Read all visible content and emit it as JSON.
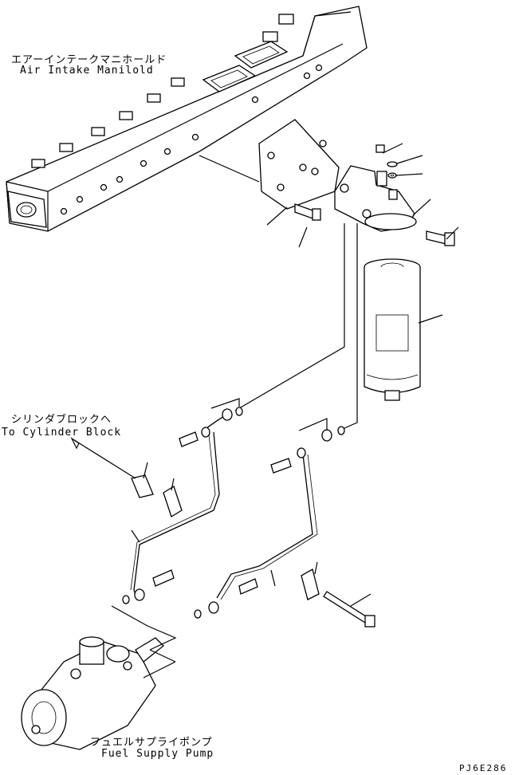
{
  "labels": {
    "manifold_jp": "エアーインテークマニホールド",
    "manifold_en": "Air Intake Manilold",
    "cylinder_jp": "シリンダブロックへ",
    "cylinder_en": "To Cylinder Block",
    "pump_jp": "フュエルサプライポンプ",
    "pump_en": "Fuel Supply Pump"
  },
  "drawing_code": "PJ6E286"
}
